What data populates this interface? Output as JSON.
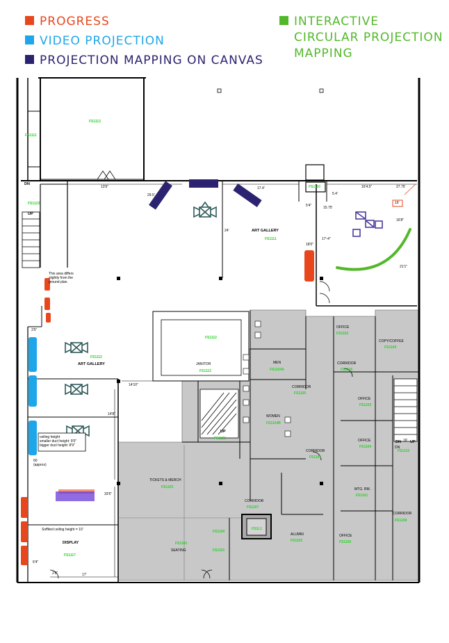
{
  "legend": {
    "progress": "Progress",
    "video": "Video projection",
    "canvas": "Projection mapping on canvas",
    "interactive": "Interactive\nCircular projection\nmapping"
  },
  "colors": {
    "progress": "#e8471d",
    "video": "#1ea6ea",
    "canvas": "#2b2370",
    "interactive": "#52b82a",
    "room_id": "#2bd12b",
    "wall": "#000000",
    "gray_zone": "#c8c8c8"
  },
  "plan": {
    "art_gallery_main": "ART GALLERY",
    "art_gallery_main_id": "FS1111",
    "art_gallery_left": "ART GALLERY",
    "art_gallery_left_id": "FS1112",
    "top_room_id": "FS1113",
    "left_upper_id": "FS1111",
    "stair_room_id": "FS1123",
    "small_box_id": "FS1110",
    "plaza_id": "FS1112",
    "janitor": "JANITOR",
    "janitor_id": "FS1113",
    "men": "MEN",
    "men_id": "FS1104A",
    "women": "WOMEN",
    "women_id": "FS1104B",
    "corridor_1": "CORRIDOR",
    "corridor_1_id": "FS1105",
    "corridor_2": "CORRIDOR",
    "corridor_2_id": "FS1106",
    "corridor_3": "CORRIDOR",
    "corridor_3_id": "FS1101",
    "corridor_4": "CORRIDOR",
    "corridor_4_id": "FS1108",
    "corridor_5": "CORRIDOR",
    "corridor_5_id": "FS1107",
    "office_1": "OFFICE",
    "office_1_id": "FS1102",
    "office_2": "OFFICE",
    "office_2_id": "FS1103",
    "office_3": "OFFICE",
    "office_3_id": "FS1104",
    "office_4": "OFFICE",
    "office_4_id": "FS1105",
    "copy": "COPY/COFFEE",
    "copy_id": "FS1109",
    "mtg": "MTG. RM.",
    "mtg_id": "FS1101",
    "tickets": "TICKETS & MERCH",
    "tickets_id": "FS1103",
    "seating_id": "FS1102",
    "seating": "SEATING",
    "alumni": "ALUMNI",
    "alumni_id": "FS1102",
    "up_id": "FS1121",
    "elev_id": "FS1L1",
    "stair_id": "FS1122",
    "display": "DISPLAY",
    "display_id": "FS1117",
    "vest_1_id": "FS1100",
    "vest_2_id": "FS1101",
    "up": "UP",
    "dn": "DN",
    "note_area": "This area differs\nslightly from the\nground plan.",
    "note_ceiling": "ceiling height\nsmaller duct height: 9'0\"\nbigger duct height: 8'9\"",
    "note_approx": "60\n(approx)",
    "note_soffit": "Soffited ceiling height = 10'",
    "dims": [
      "13'6\"",
      "29.5'",
      "17.4'",
      "5.4'",
      "16'4.5\"",
      "27.75'",
      "24'",
      "18'0\"",
      "17'-4\"",
      "16'8\"",
      "16'",
      "5'4\"",
      "15.75'",
      "21'1\"",
      "3'5\"",
      "14'10\"",
      "14'8\"",
      "33'6\"",
      "6'4\"",
      "2'8\"",
      "17'",
      "16'",
      "DN"
    ]
  }
}
